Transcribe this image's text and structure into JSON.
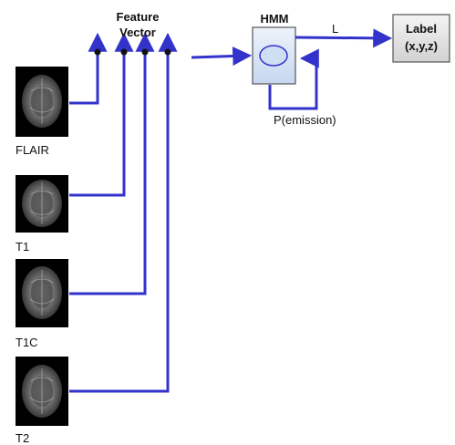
{
  "feature_vector_label": "Feature Vector",
  "feature_vector_title": {
    "line1": "Feature",
    "line2": "Vector"
  },
  "hmm_label": "HMM",
  "edge_label_L": "L",
  "emission_label": "P(emission)",
  "output_label": {
    "line1": "Label",
    "line2": "(x,y,z)"
  },
  "mri_inputs": [
    {
      "label": "FLAIR"
    },
    {
      "label": "T1"
    },
    {
      "label": "T1C"
    },
    {
      "label": "T2"
    }
  ],
  "colors": {
    "arrow": "#3333cc",
    "hmm_fill": "#d7e4f6",
    "output_fill": "#e4e4e4",
    "mri_bg": "#000000"
  }
}
